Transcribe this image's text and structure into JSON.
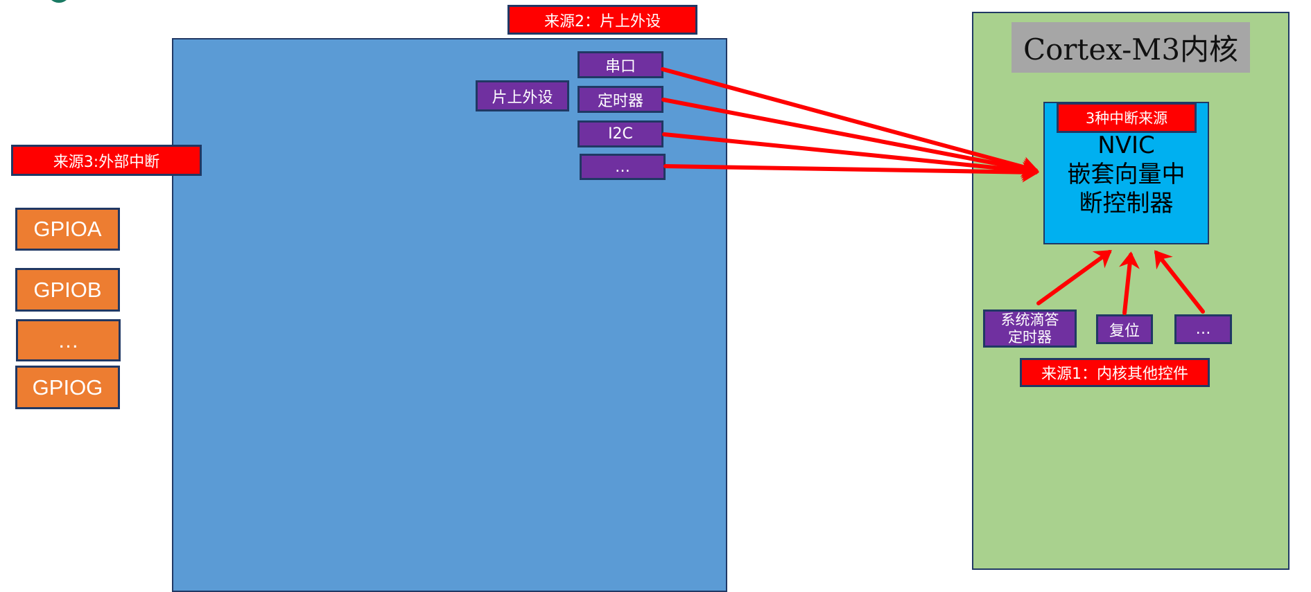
{
  "colors": {
    "chip_blue": "#5b9bd5",
    "core_green": "#a9d18e",
    "nvic_cyan": "#00b0f0",
    "label_red": "#ff0000",
    "peripheral_purple": "#7030a0",
    "gpio_orange": "#ed7d31",
    "title_gray": "#a6a6a6",
    "border_navy": "#203864",
    "arrow_red": "#ff0000"
  },
  "source3": {
    "label": "来源3:外部中断",
    "gpio": [
      "GPIOA",
      "GPIOB",
      "…",
      "GPIOG"
    ]
  },
  "source2": {
    "label": "来源2：片上外设",
    "group_label": "片上外设",
    "peripherals": [
      "串口",
      "定时器",
      "I2C",
      "…"
    ]
  },
  "core": {
    "title": "Cortex-M3内核",
    "nvic": {
      "badge": "3种中断来源",
      "line1": "NVIC",
      "line2": "嵌套向量中",
      "line3": "断控制器"
    },
    "source1": {
      "label": "来源1：内核其他控件",
      "items": [
        "系统滴答\n定时器",
        "复位",
        "…"
      ],
      "systick_line1": "系统滴答",
      "systick_line2": "定时器"
    }
  }
}
